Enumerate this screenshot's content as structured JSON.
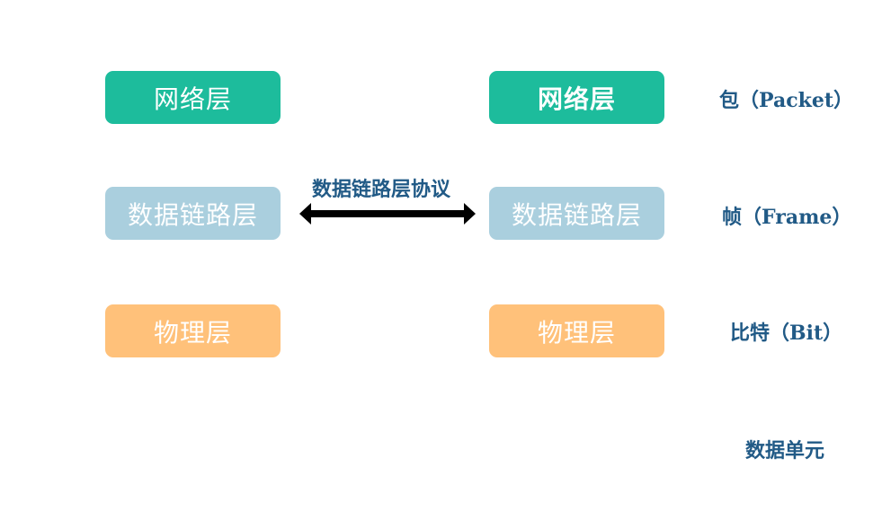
{
  "left_stack": {
    "network": "网络层",
    "datalink": "数据链路层",
    "physical": "物理层"
  },
  "right_stack": {
    "network": "网络层",
    "datalink": "数据链路层",
    "physical": "物理层"
  },
  "protocol": {
    "label": "数据链路层协议"
  },
  "units": {
    "packet": "包（Packet）",
    "frame": "帧（Frame）",
    "bit": "比特（Bit）",
    "title": "数据单元"
  },
  "colors": {
    "network": "#1dbc9c",
    "datalink": "#aacfde",
    "physical": "#ffc17a",
    "label_text": "#215a86",
    "arrow": "#000000"
  }
}
